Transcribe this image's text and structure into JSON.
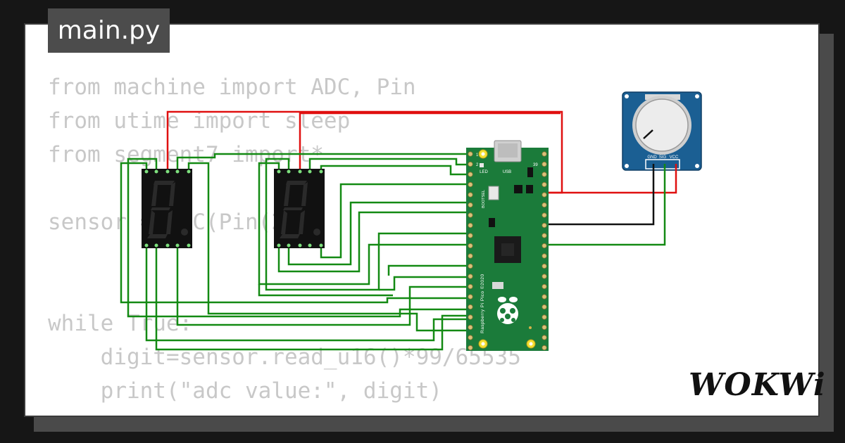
{
  "editor": {
    "filename": "main.py",
    "code_lines": [
      "from machine import ADC, Pin",
      "from utime import sleep",
      "from segment7 import*",
      "",
      "sensor = ADC(Pin(26))",
      "",
      "",
      "while True:",
      "    digit=sensor.read_u16()*99/65535",
      "    print(\"adc value:\", digit)"
    ]
  },
  "board": {
    "usb_label": "USB",
    "led_label": "LED",
    "bootsel_label": "BOOTSEL",
    "silkscreen": "Raspberry Pi Pico ©2020",
    "pin_1": "1",
    "pin_2": "2",
    "pin_39": "39"
  },
  "potentiometer": {
    "pin_labels": [
      "GND",
      "SIG",
      "VCC"
    ]
  },
  "brand": {
    "logo_text": "WOKWi"
  },
  "colors": {
    "wire_green": "#138a13",
    "wire_red": "#e01010",
    "wire_black": "#111111",
    "pcb_green": "#1b7b3a",
    "pot_blue": "#1b5f93"
  }
}
